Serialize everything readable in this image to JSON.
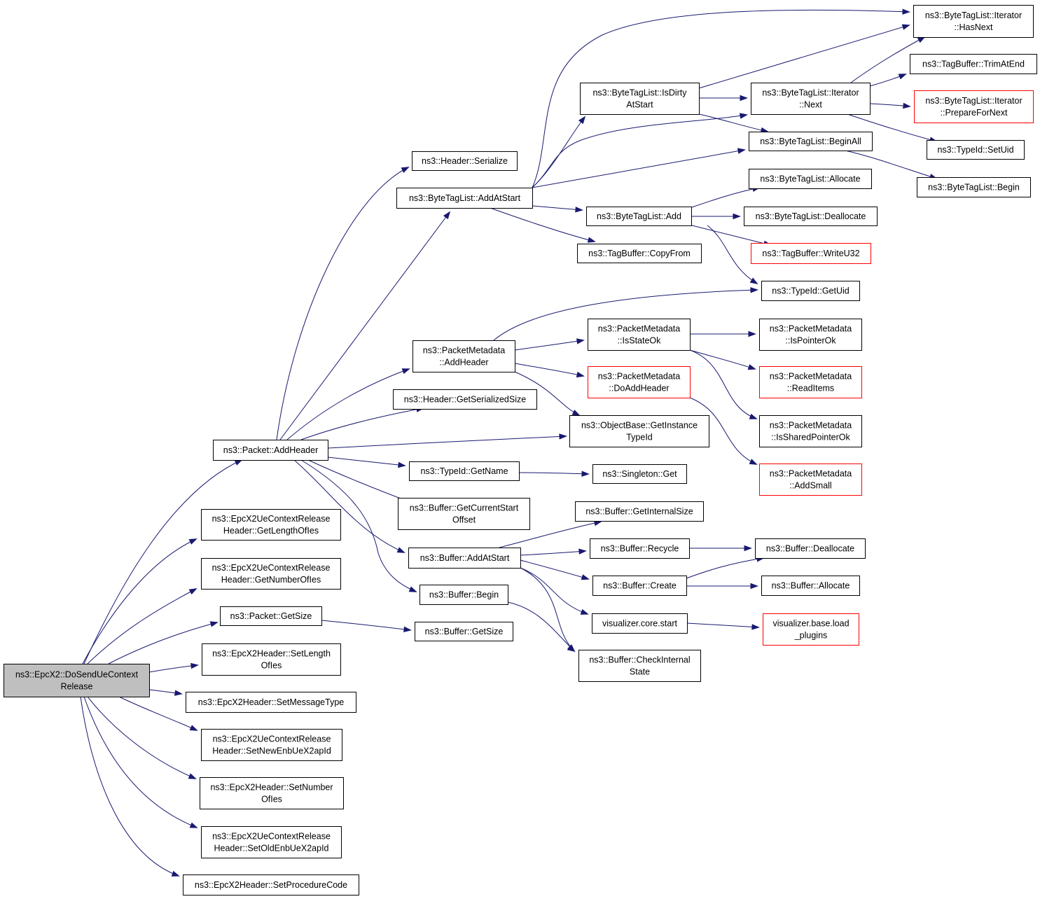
{
  "nodes": {
    "root": [
      "ns3::EpcX2::DoSendUeContext",
      "Release"
    ],
    "packet_addheader": [
      "ns3::Packet::AddHeader"
    ],
    "ue_getlength": [
      "ns3::EpcX2UeContextRelease",
      "Header::GetLengthOfIes"
    ],
    "ue_getnumber": [
      "ns3::EpcX2UeContextRelease",
      "Header::GetNumberOfIes"
    ],
    "packet_getsize": [
      "ns3::Packet::GetSize"
    ],
    "hdr_setlength": [
      "ns3::EpcX2Header::SetLength",
      "OfIes"
    ],
    "hdr_setmsgtype": [
      "ns3::EpcX2Header::SetMessageType"
    ],
    "ue_setnew": [
      "ns3::EpcX2UeContextRelease",
      "Header::SetNewEnbUeX2apId"
    ],
    "hdr_setnumber": [
      "ns3::EpcX2Header::SetNumber",
      "OfIes"
    ],
    "ue_setold": [
      "ns3::EpcX2UeContextRelease",
      "Header::SetOldEnbUeX2apId"
    ],
    "hdr_setproc": [
      "ns3::EpcX2Header::SetProcedureCode"
    ],
    "header_serialize": [
      "ns3::Header::Serialize"
    ],
    "btl_addatstart": [
      "ns3::ByteTagList::AddAtStart"
    ],
    "pm_addheader": [
      "ns3::PacketMetadata",
      "::AddHeader"
    ],
    "header_getsersize": [
      "ns3::Header::GetSerializedSize"
    ],
    "typeid_getname": [
      "ns3::TypeId::GetName"
    ],
    "buf_getcurstart": [
      "ns3::Buffer::GetCurrentStart",
      "Offset"
    ],
    "buf_addatstart": [
      "ns3::Buffer::AddAtStart"
    ],
    "buf_begin": [
      "ns3::Buffer::Begin"
    ],
    "buf_getsize": [
      "ns3::Buffer::GetSize"
    ],
    "btl_isdirty": [
      "ns3::ByteTagList::IsDirty",
      "AtStart"
    ],
    "btl_add": [
      "ns3::ByteTagList::Add"
    ],
    "tb_copyfrom": [
      "ns3::TagBuffer::CopyFrom"
    ],
    "pm_isstateok": [
      "ns3::PacketMetadata",
      "::IsStateOk"
    ],
    "pm_doaddheader": [
      "ns3::PacketMetadata",
      "::DoAddHeader"
    ],
    "ob_getinstance": [
      "ns3::ObjectBase::GetInstance",
      "TypeId"
    ],
    "singleton_get": [
      "ns3::Singleton::Get"
    ],
    "buf_getinternalsize": [
      "ns3::Buffer::GetInternalSize"
    ],
    "buf_recycle": [
      "ns3::Buffer::Recycle"
    ],
    "buf_create": [
      "ns3::Buffer::Create"
    ],
    "vis_core_start": [
      "visualizer.core.start"
    ],
    "buf_checkinternal": [
      "ns3::Buffer::CheckInternal",
      "State"
    ],
    "btl_it_next": [
      "ns3::ByteTagList::Iterator",
      "::Next"
    ],
    "btl_beginall": [
      "ns3::ByteTagList::BeginAll"
    ],
    "btl_allocate": [
      "ns3::ByteTagList::Allocate"
    ],
    "btl_deallocate": [
      "ns3::ByteTagList::Deallocate"
    ],
    "tb_writeu32": [
      "ns3::TagBuffer::WriteU32"
    ],
    "typeid_getuid": [
      "ns3::TypeId::GetUid"
    ],
    "pm_ispointerok": [
      "ns3::PacketMetadata",
      "::IsPointerOk"
    ],
    "pm_readitems": [
      "ns3::PacketMetadata",
      "::ReadItems"
    ],
    "pm_issharedptr": [
      "ns3::PacketMetadata",
      "::IsSharedPointerOk"
    ],
    "pm_addsmall": [
      "ns3::PacketMetadata",
      "::AddSmall"
    ],
    "buf_deallocate": [
      "ns3::Buffer::Deallocate"
    ],
    "buf_allocate": [
      "ns3::Buffer::Allocate"
    ],
    "vis_base_load": [
      "visualizer.base.load",
      "_plugins"
    ],
    "btl_it_hasnext": [
      "ns3::ByteTagList::Iterator",
      "::HasNext"
    ],
    "tb_trimatend": [
      "ns3::TagBuffer::TrimAtEnd"
    ],
    "btl_it_prepare": [
      "ns3::ByteTagList::Iterator",
      "::PrepareForNext"
    ],
    "typeid_setuid": [
      "ns3::TypeId::SetUid"
    ],
    "btl_begin": [
      "ns3::ByteTagList::Begin"
    ]
  },
  "colors": {
    "edge": "#191970",
    "node_border": "#000000",
    "node_border_incomplete": "#ff0000",
    "root_fill": "#bfbfbf"
  }
}
